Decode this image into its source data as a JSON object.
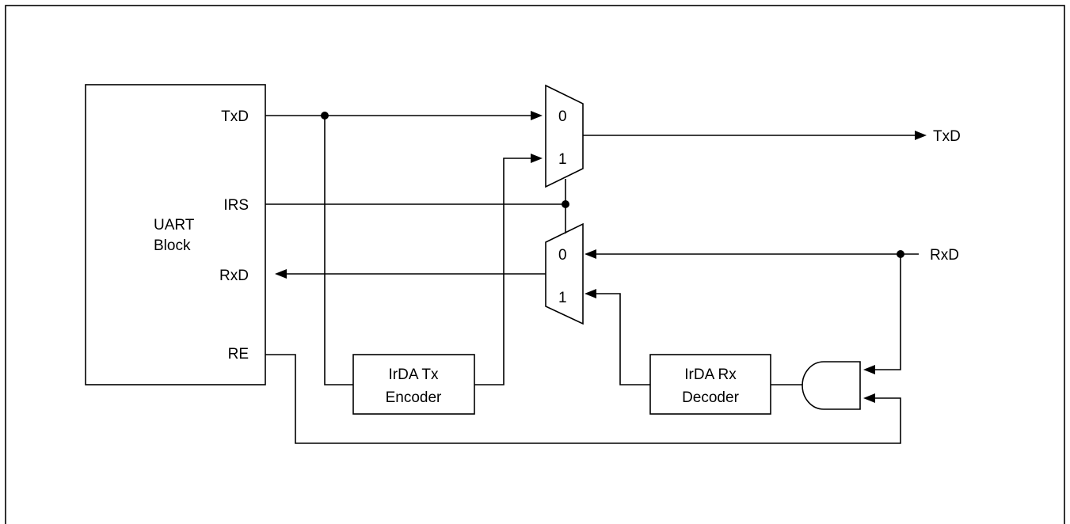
{
  "uart": {
    "title_line1": "UART",
    "title_line2": "Block",
    "pin_txd": "TxD",
    "pin_irs": "IRS",
    "pin_rxd": "RxD",
    "pin_re": "RE"
  },
  "mux_tx": {
    "in0": "0",
    "in1": "1"
  },
  "mux_rx": {
    "in0": "0",
    "in1": "1"
  },
  "encoder": {
    "line1": "IrDA Tx",
    "line2": "Encoder"
  },
  "decoder": {
    "line1": "IrDA Rx",
    "line2": "Decoder"
  },
  "external": {
    "txd": "TxD",
    "rxd": "RxD"
  }
}
